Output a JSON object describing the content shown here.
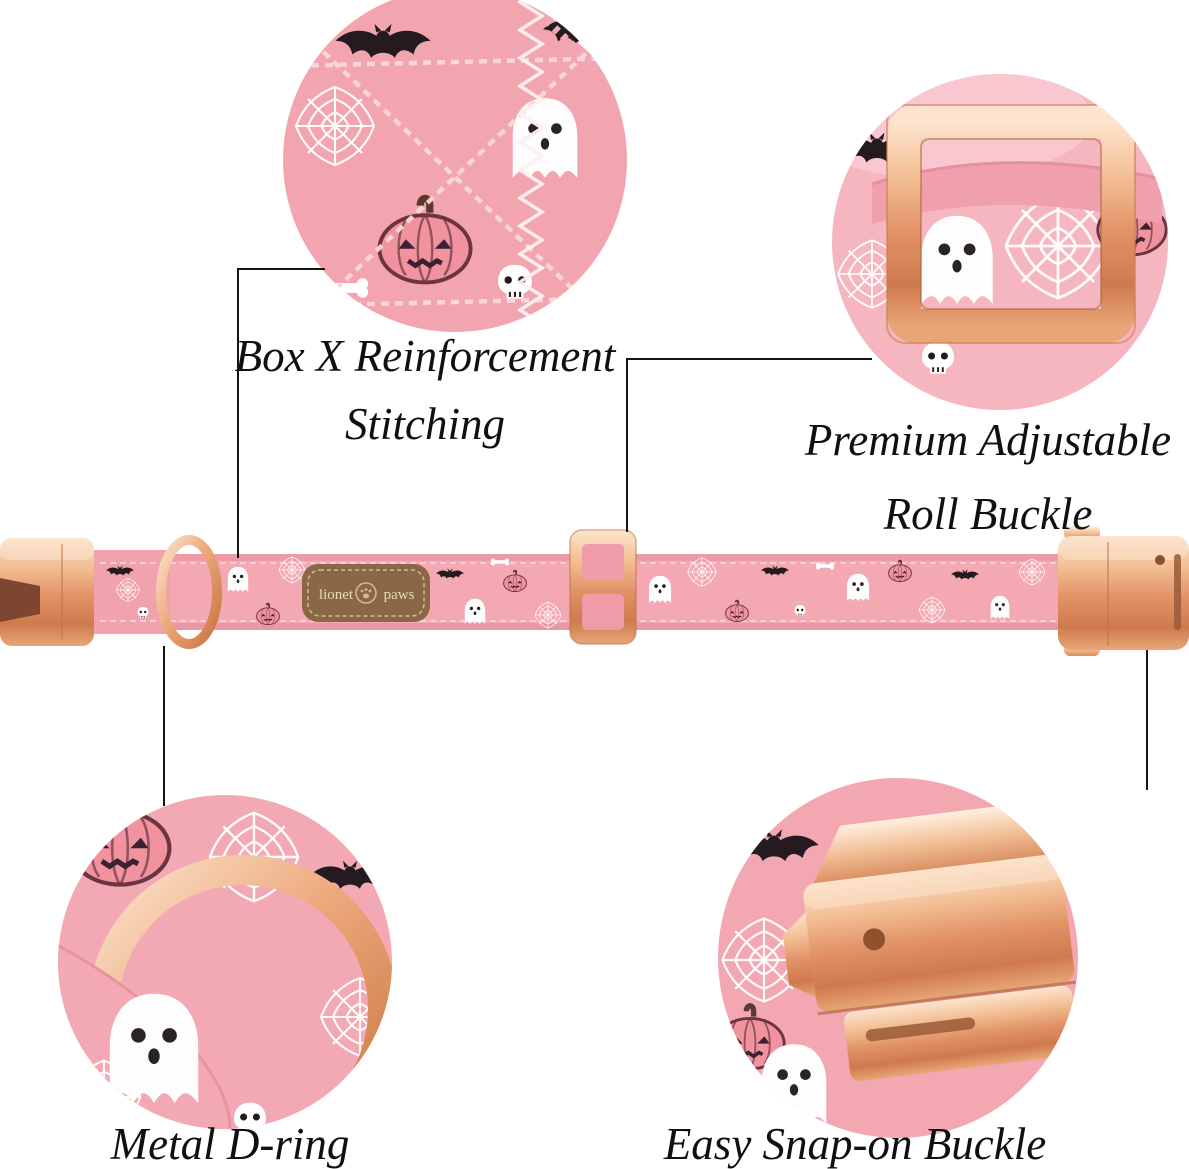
{
  "product_annotations": {
    "stitching": {
      "line1": "Box X Reinforcement",
      "line2": "Stitching"
    },
    "roll_buckle": {
      "line1": "Premium Adjustable",
      "line2": "Roll Buckle"
    },
    "d_ring": {
      "label": "Metal D-ring"
    },
    "snap_buckle": {
      "label": "Easy Snap-on Buckle"
    }
  },
  "collar": {
    "tag": {
      "left": "lionet",
      "right": "paws"
    }
  },
  "colors": {
    "background": "#ffffff",
    "fabric_pink": "#f3a7b1",
    "fabric_pink_light": "#f7c6cd",
    "rose_gold": "#e8a074",
    "rose_gold_dark": "#c97a4e",
    "leather_tag_brown": "#8a6847",
    "callout_line": "#141414",
    "text": "#101010"
  }
}
